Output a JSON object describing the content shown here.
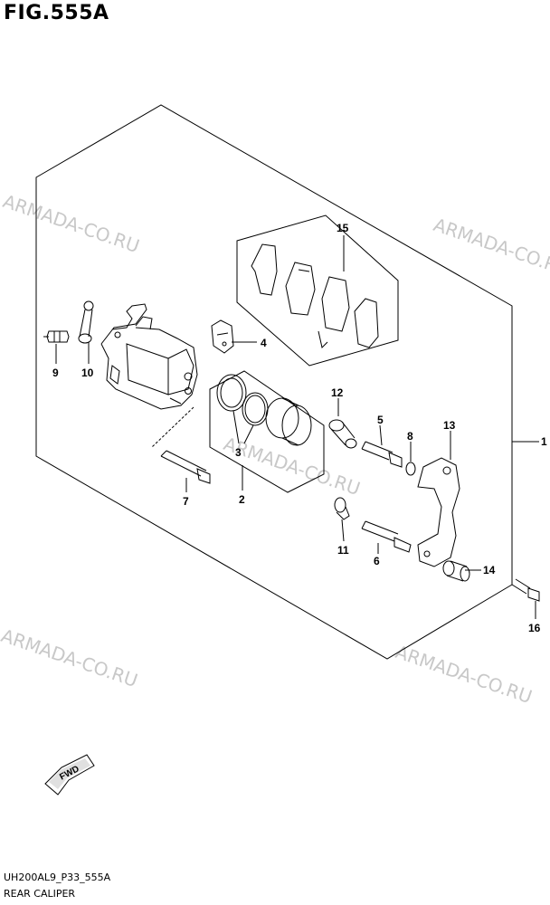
{
  "figure": {
    "title": "FIG.555A",
    "footer_code": "UH200AL9_P33_555A",
    "footer_name": "REAR CALIPER",
    "watermark": "ARMADA-CO.RU",
    "fwd_label": "FWD"
  },
  "callouts": [
    "1",
    "2",
    "3",
    "4",
    "5",
    "6",
    "7",
    "8",
    "9",
    "10",
    "11",
    "12",
    "13",
    "14",
    "15",
    "16"
  ],
  "colors": {
    "line": "#000000",
    "watermark": "#c8c8c8",
    "background": "#ffffff"
  }
}
